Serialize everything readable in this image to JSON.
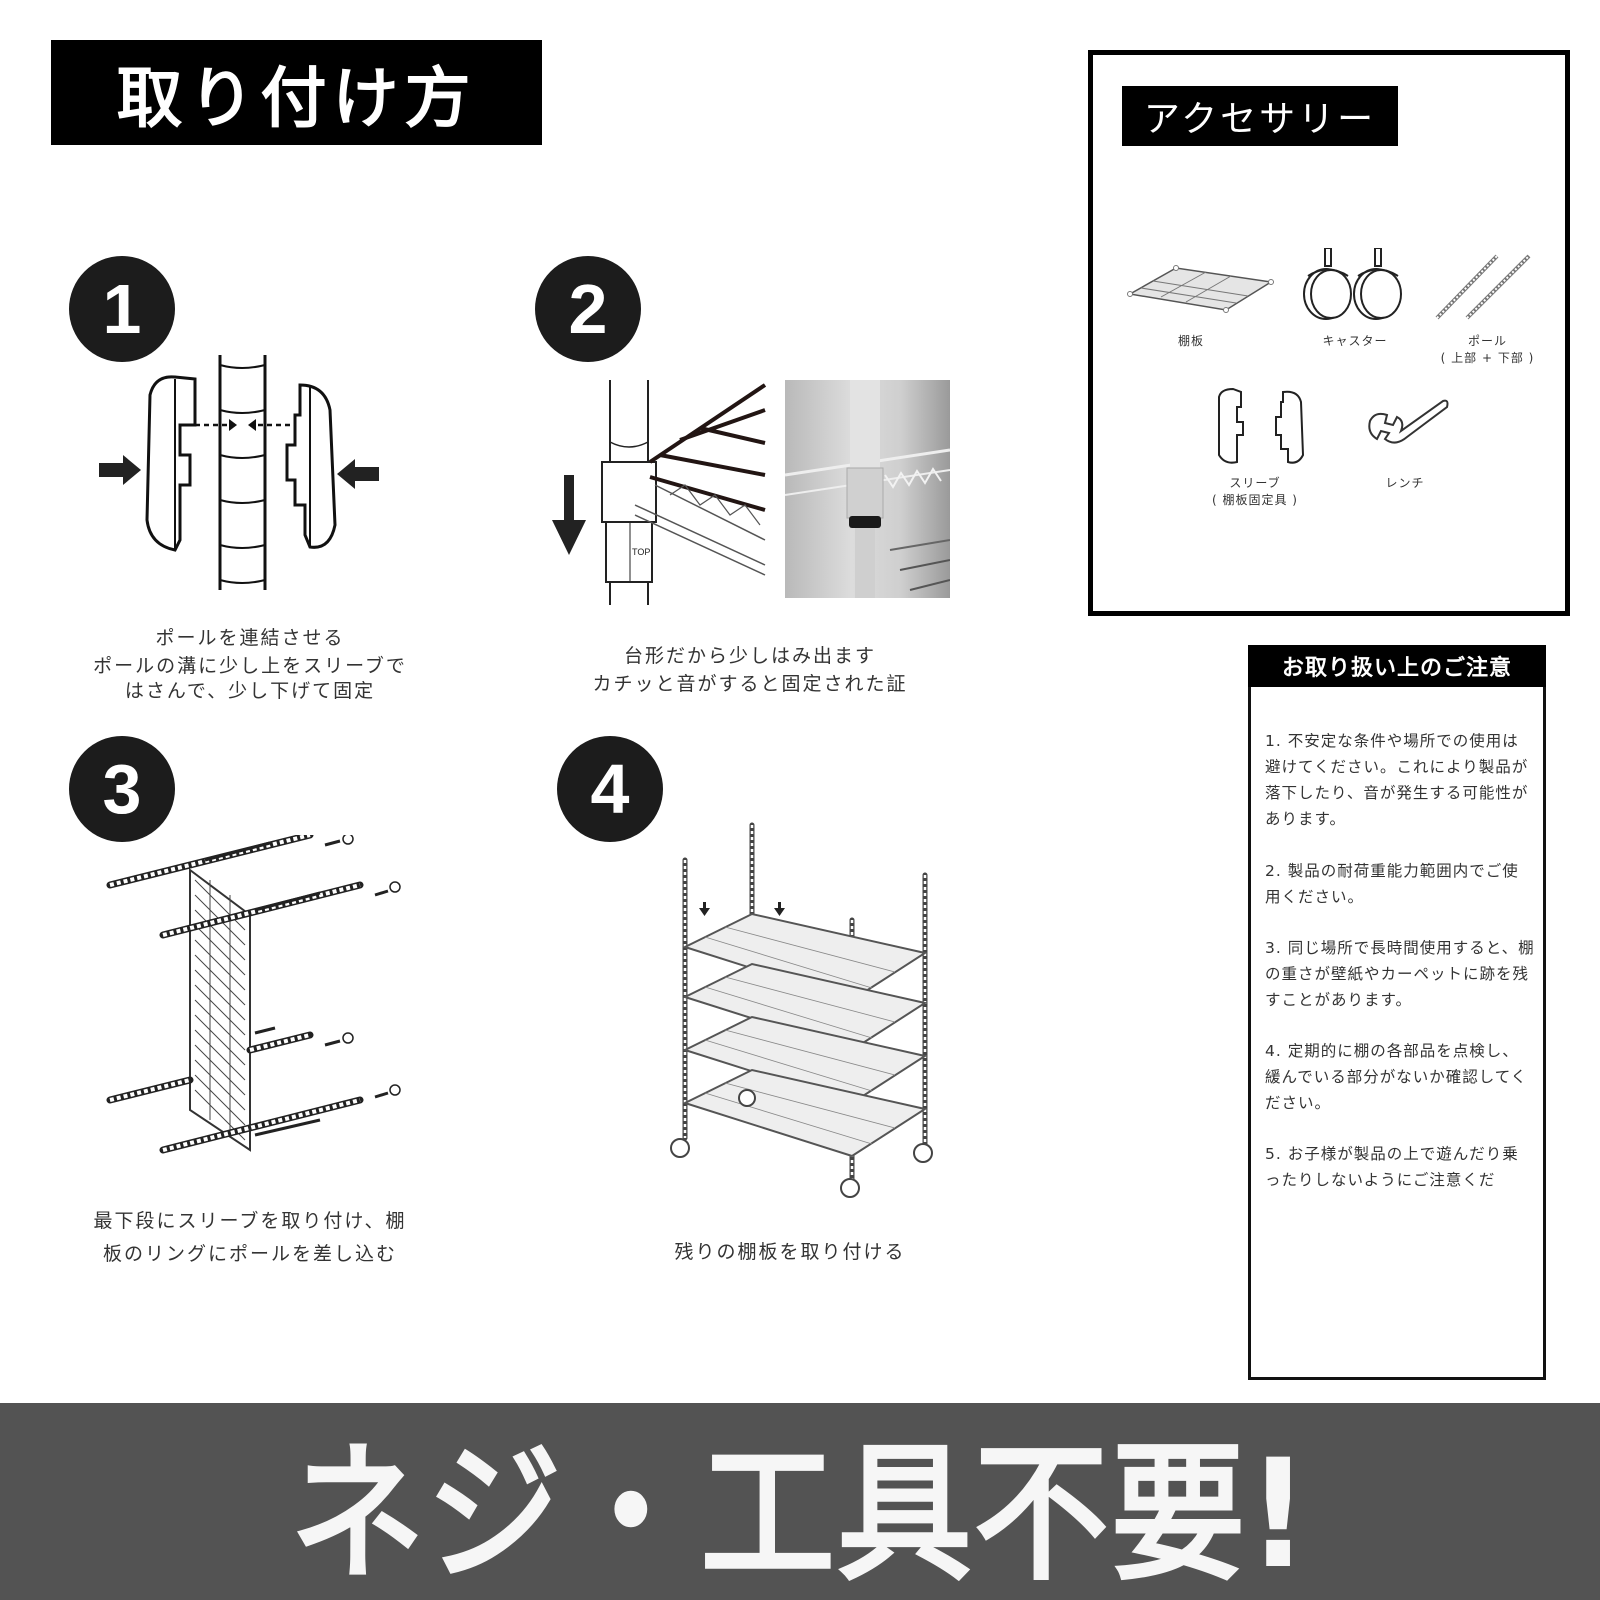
{
  "header": {
    "title": "取り付け方"
  },
  "steps": [
    {
      "number": "1",
      "caption_lines": [
        "ポールを連結させる",
        "ポールの溝に少し上をスリーブで",
        "はさんで、少し下げて固定"
      ],
      "illustration": "pole-sleeve-connect-illustration"
    },
    {
      "number": "2",
      "caption_lines": [
        "台形だから少しはみ出ます",
        "カチッと音がすると固定された証"
      ],
      "illustration": "shelf-slide-down-illustration",
      "illustration_label": "TOP",
      "photo": "sleeve-closeup-photo"
    },
    {
      "number": "3",
      "caption_lines": [
        "最下段にスリーブを取り付け、棚",
        "板のリングにポールを差し込む"
      ],
      "illustration": "bottom-shelf-poles-illustration"
    },
    {
      "number": "4",
      "caption_lines": [
        "残りの棚板を取り付ける"
      ],
      "illustration": "assembled-rack-illustration"
    }
  ],
  "accessories": {
    "title": "アクセサリー",
    "items": [
      {
        "label": "棚板",
        "icon": "wire-shelf-icon"
      },
      {
        "label": "キャスター",
        "icon": "caster-icon"
      },
      {
        "label": "ポール",
        "sublabel": "( 上部 + 下部 )",
        "icon": "pole-icon"
      },
      {
        "label": "スリーブ",
        "sublabel": "( 棚板固定具 )",
        "icon": "sleeve-icon"
      },
      {
        "label": "レンチ",
        "icon": "wrench-icon"
      }
    ]
  },
  "caution": {
    "title": "お取り扱い上のご注意",
    "items": [
      "1. 不安定な条件や場所での使用は避けてください。これにより製品が落下したり、音が発生する可能性があります。",
      "2. 製品の耐荷重能力範囲内でご使用ください。",
      "3. 同じ場所で長時間使用すると、棚の重さが壁紙やカーペットに跡を残すことがあります。",
      "4. 定期的に棚の各部品を点検し、緩んでいる部分がないか確認してください。",
      "5. お子様が製品の上で遊んだり乗ったりしないようにご注意くだ"
    ]
  },
  "banner": {
    "text": "ネジ・工具不要!"
  },
  "colors": {
    "title_bg": "#000000",
    "badge_bg": "#1c1c1c",
    "banner_bg": "#535353",
    "banner_text": "#f6f6f6"
  }
}
